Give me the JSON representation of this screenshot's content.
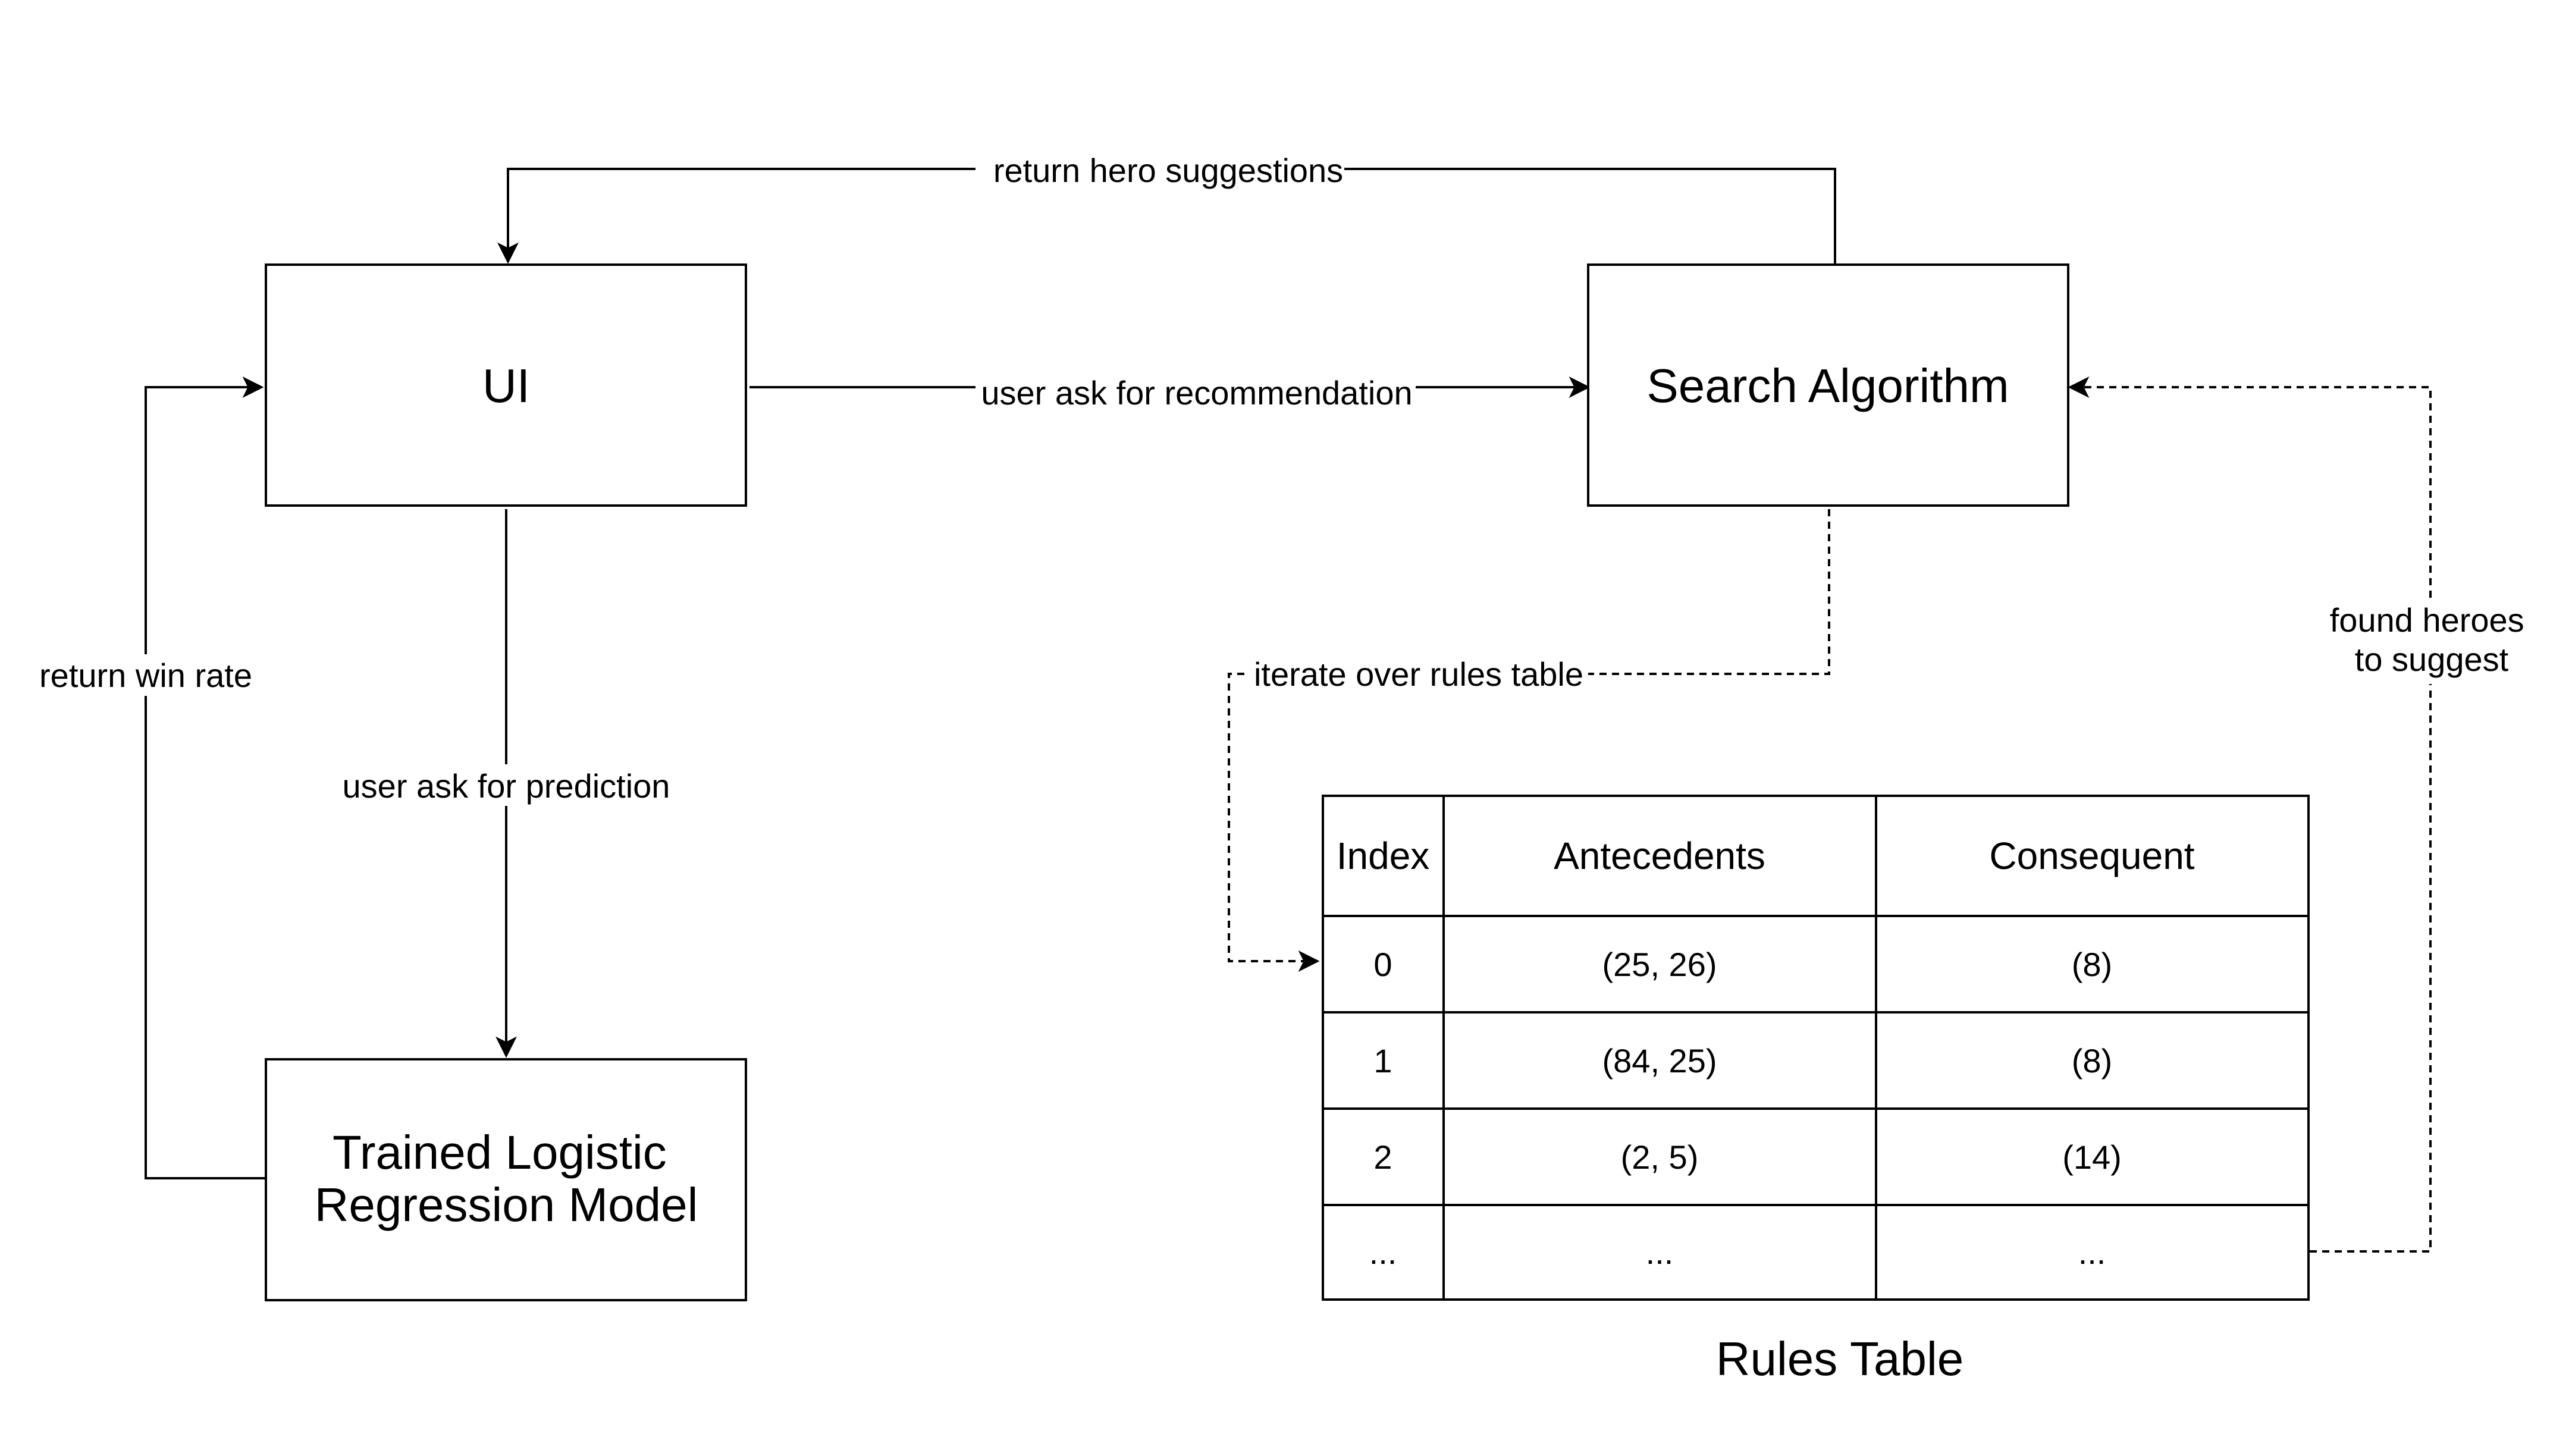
{
  "diagram": {
    "nodes": {
      "ui": {
        "label": "UI"
      },
      "search": {
        "label": "Search Algorithm"
      },
      "model": {
        "label_lines": [
          "Trained Logistic",
          "Regression Model"
        ]
      }
    },
    "edges": {
      "return_hero": {
        "label": "return hero suggestions"
      },
      "user_rec": {
        "label": "user ask for recommendation"
      },
      "user_pred": {
        "label": "user ask for prediction"
      },
      "return_win": {
        "label": "return win rate"
      },
      "iterate": {
        "label": "iterate over rules table"
      },
      "found": {
        "label_lines": [
          "found heroes",
          "to suggest"
        ]
      }
    },
    "rules_table": {
      "caption": "Rules Table",
      "headers": [
        "Index",
        "Antecedents",
        "Consequent"
      ],
      "rows": [
        [
          "0",
          "(25, 26)",
          "(8)"
        ],
        [
          "1",
          "(84, 25)",
          "(8)"
        ],
        [
          "2",
          "(2, 5)",
          "(14)"
        ],
        [
          "...",
          "...",
          "..."
        ]
      ]
    }
  }
}
